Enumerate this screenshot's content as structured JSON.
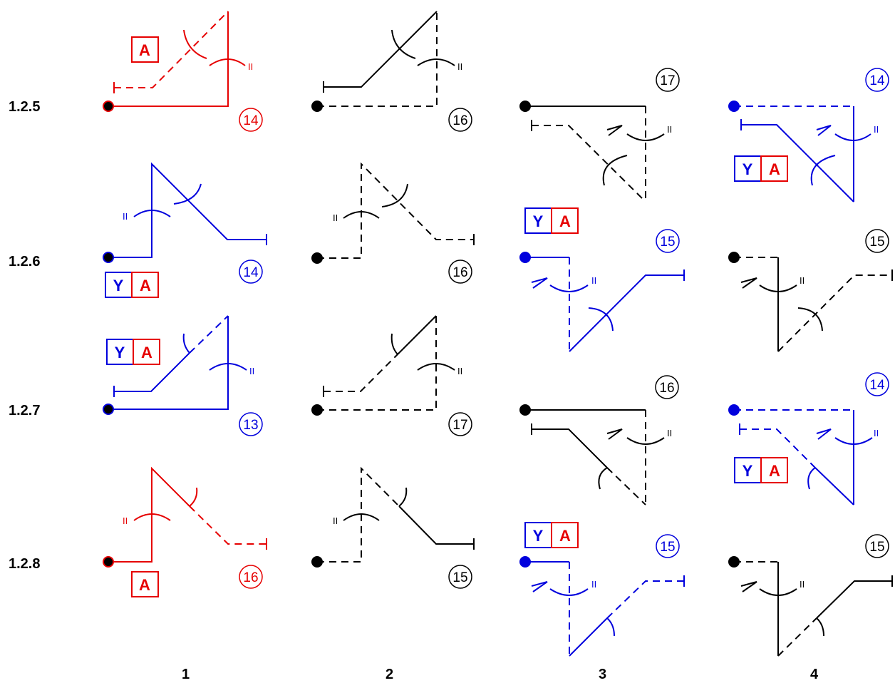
{
  "row_labels": [
    "1.2.5",
    "1.2.6",
    "1.2.7",
    "1.2.8"
  ],
  "column_labels": [
    "1",
    "2",
    "3",
    "4"
  ],
  "badge_letters": {
    "y": "Y",
    "a": "A"
  },
  "colors": {
    "red": "#e60000",
    "blue": "#0000dd",
    "black": "#000000"
  },
  "cells": [
    {
      "id": "r1c1",
      "number": "14",
      "color": "red",
      "badge": "A"
    },
    {
      "id": "r1c2",
      "number": "16",
      "color": "black",
      "badge": ""
    },
    {
      "id": "r1c3",
      "number": "17",
      "color": "black",
      "badge": ""
    },
    {
      "id": "r1c4",
      "number": "14",
      "color": "blue",
      "badge": "YA"
    },
    {
      "id": "r2c1",
      "number": "14",
      "color": "blue",
      "badge": "YA"
    },
    {
      "id": "r2c2",
      "number": "16",
      "color": "black",
      "badge": ""
    },
    {
      "id": "r2c3",
      "number": "15",
      "color": "blue",
      "badge": "YA"
    },
    {
      "id": "r2c4",
      "number": "15",
      "color": "black",
      "badge": ""
    },
    {
      "id": "r3c1",
      "number": "13",
      "color": "blue",
      "badge": "YA"
    },
    {
      "id": "r3c2",
      "number": "17",
      "color": "black",
      "badge": ""
    },
    {
      "id": "r3c3",
      "number": "16",
      "color": "black",
      "badge": ""
    },
    {
      "id": "r3c4",
      "number": "14",
      "color": "blue",
      "badge": "YA"
    },
    {
      "id": "r4c1",
      "number": "16",
      "color": "red",
      "badge": "A"
    },
    {
      "id": "r4c2",
      "number": "15",
      "color": "black",
      "badge": ""
    },
    {
      "id": "r4c3",
      "number": "15",
      "color": "blue",
      "badge": "YA"
    },
    {
      "id": "r4c4",
      "number": "15",
      "color": "black",
      "badge": ""
    }
  ]
}
